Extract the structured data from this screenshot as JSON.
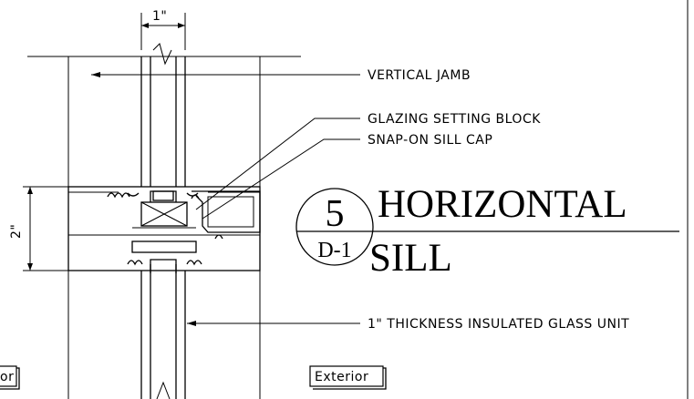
{
  "dimensions": {
    "top_width": "1\"",
    "left_height": "2\""
  },
  "callouts": {
    "vertical_jamb": "VERTICAL JAMB",
    "glazing_setting_block": "GLAZING SETTING BLOCK",
    "snap_on_sill_cap": "SNAP-ON SILL CAP",
    "glass_unit": "1\" THICKNESS INSULATED GLASS UNIT"
  },
  "detail_tag": {
    "number": "5",
    "sheet": "D-1",
    "title_line1": "HORIZONTAL",
    "title_line2": "SILL"
  },
  "side_labels": {
    "left": "or",
    "right": "Exterior"
  }
}
